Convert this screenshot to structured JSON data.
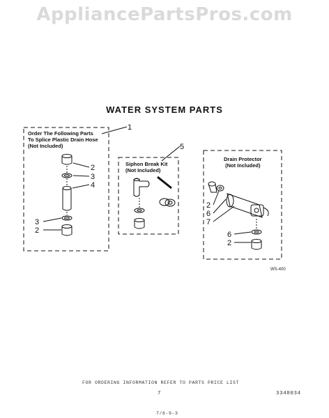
{
  "watermark": "AppliancePartsPros.com",
  "title": "WATER SYSTEM PARTS",
  "boxes": {
    "drain_hose": {
      "line1": "Order The Following Parts",
      "line2": "To Splice Plastic Drain Hose",
      "line3": "(Not Included)",
      "callout": "1"
    },
    "siphon": {
      "line1": "Siphon Break Kit",
      "line2": "(Not Included)",
      "callout": "5"
    },
    "drain_protector": {
      "line1": "Drain Protector",
      "line2": "(Not Included)"
    }
  },
  "labels": {
    "left_2a": "2",
    "left_3a": "3",
    "left_4": "4",
    "left_3b": "3",
    "left_2b": "2",
    "right_2a": "2",
    "right_6a": "6",
    "right_7": "7",
    "right_6b": "6",
    "right_2b": "2"
  },
  "diagram_code": "WS-400",
  "footer": {
    "ordering": "FOR ORDERING INFORMATION REFER TO PARTS PRICE LIST",
    "page_number": "7",
    "part_number": "3348034",
    "date_code": "7/6-9-3"
  }
}
